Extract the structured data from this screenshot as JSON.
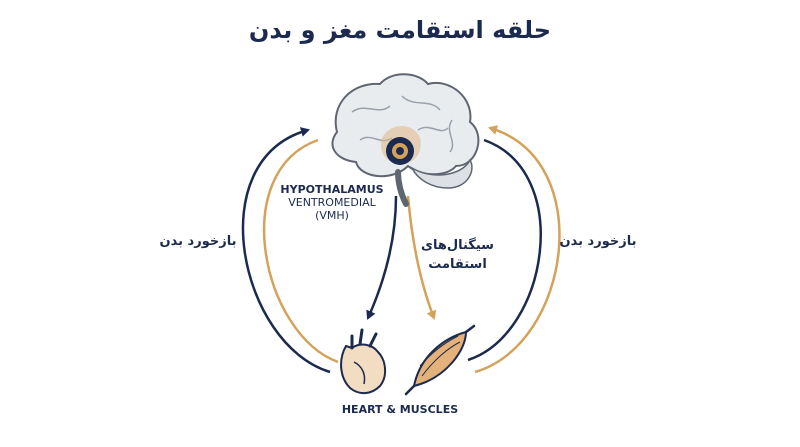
{
  "title": "حلقه استقامت مغز و بدن",
  "hypothalamus": {
    "line1": "HYPOTHALAMUS",
    "line2": "VENTROMEDIAL",
    "line3": "(VMH)"
  },
  "signals": {
    "line1": "سیگنال‌های",
    "line2": "استقامت"
  },
  "feedback_left": "بازخورد بدن",
  "feedback_right": "بازخورد بدن",
  "organs_label": "HEART & MUSCLES",
  "colors": {
    "navy": "#1b2a4e",
    "gold": "#d4a25a",
    "brain": "#e9ecef"
  },
  "icons": [
    "brain-icon",
    "heart-icon",
    "muscle-icon"
  ]
}
